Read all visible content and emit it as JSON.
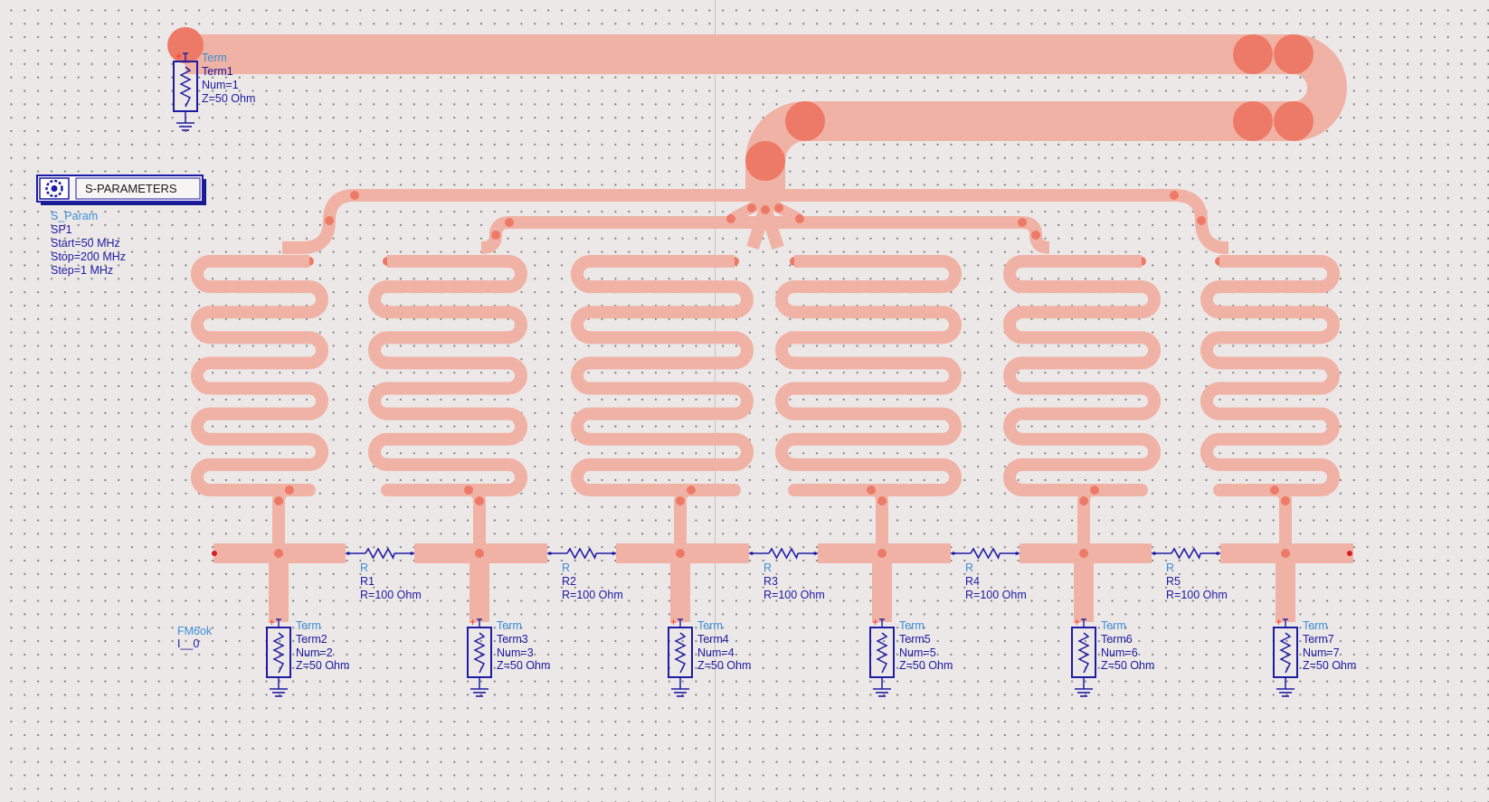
{
  "colors": {
    "trace": "#f0b2a4",
    "trace_dark": "#ec7a66",
    "wire": "#1c1ca4",
    "label_type": "#3a8fd8",
    "label": "#1a1aa0",
    "background": "#ede8e8"
  },
  "sparam": {
    "title": "S-PARAMETERS",
    "icon": "sparam-settings-icon",
    "type_label": "S_Param",
    "name": "SP1",
    "start": "Start=50 MHz",
    "stop": "Stop=200 MHz",
    "step": "Step=1 MHz"
  },
  "input_term": {
    "type_label": "Term",
    "name": "Term1",
    "num": "Num=1",
    "z": "Z=50 Ohm"
  },
  "output_terms": [
    {
      "type_label": "Term",
      "name": "Term2",
      "num": "Num=2",
      "z": "Z=50 Ohm"
    },
    {
      "type_label": "Term",
      "name": "Term3",
      "num": "Num=3",
      "z": "Z=50 Ohm"
    },
    {
      "type_label": "Term",
      "name": "Term4",
      "num": "Num=4",
      "z": "Z=50 Ohm"
    },
    {
      "type_label": "Term",
      "name": "Term5",
      "num": "Num=5",
      "z": "Z=50 Ohm"
    },
    {
      "type_label": "Term",
      "name": "Term6",
      "num": "Num=6",
      "z": "Z=50 Ohm"
    },
    {
      "type_label": "Term",
      "name": "Term7",
      "num": "Num=7",
      "z": "Z=50 Ohm"
    }
  ],
  "resistors": [
    {
      "type_label": "R",
      "name": "R1",
      "value": "R=100 Ohm"
    },
    {
      "type_label": "R",
      "name": "R2",
      "value": "R=100 Ohm"
    },
    {
      "type_label": "R",
      "name": "R3",
      "value": "R=100 Ohm"
    },
    {
      "type_label": "R",
      "name": "R4",
      "value": "R=100 Ohm"
    },
    {
      "type_label": "R",
      "name": "R5",
      "value": "R=100 Ohm"
    }
  ],
  "substrate": {
    "type_label": "FM6ok",
    "name": "I__0"
  }
}
